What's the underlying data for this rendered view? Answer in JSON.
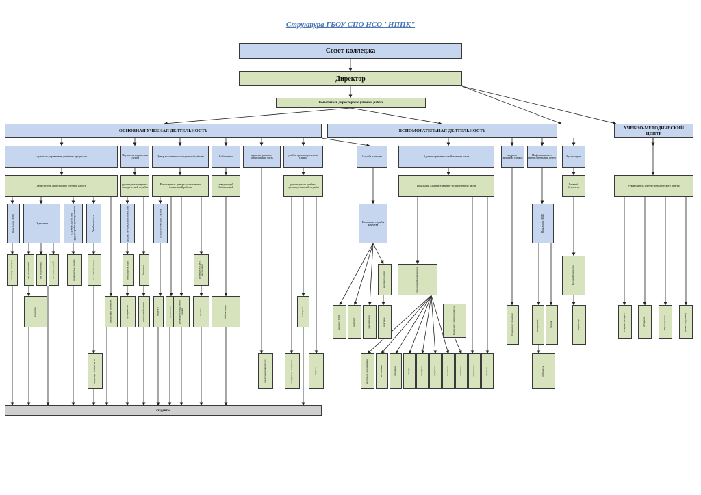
{
  "title": "Структура ГБОУ СПО НСО \"НППК\"",
  "top": {
    "council": "Совет колледжа",
    "director": "Директор",
    "deputy": "Заместитель директора по учебной работе"
  },
  "sections": {
    "main": "ОСНОВНАЯ УЧЕБНАЯ ДЕЯТЕЛЬНОСТЬ",
    "aux": "ВСПОМОГАТЕЛЬНАЯ ДЕЯТЕЛЬНОСТЬ",
    "umc": "УЧЕБНО-МЕТОДИЧЕСКИЙ ЦЕНТР"
  },
  "services": {
    "s1": "служба по управлению учебным процессом",
    "s2": "Научно-методическая служба",
    "s3": "Центр воспитания и социальной работы",
    "s4": "Библиотека",
    "s5": "административно-канцелярская часть",
    "s6": "учебно-производственная служба",
    "s7": "Служба качества",
    "s8": "Административно-хозяйственная часть",
    "s9": "кадрово-архивная служба",
    "s10": "Информационно-вычислительный центр",
    "s11": "Бухгалтерия"
  },
  "heads": {
    "h1": "Заместитель директора по учебной работе",
    "h2": "руководитель научно-методической службы",
    "h3": "Руководитель центра воспитания и социальной работы",
    "h4": "заведующий библиотекой",
    "h6": "руководитель учебно-производственной службы",
    "h8": "Начальник административно-хозяйственной части",
    "h11": "Главный бухгалтер",
    "h12": "Руководитель учебно-методического центра"
  },
  "level3": {
    "a1": "Начальник НВЦ",
    "a2": "Отделения",
    "a3": "служба содействия трудоустройству выпускников",
    "a4": "Учебная часть",
    "a5": "предметно-цикловые комиссии",
    "a6": "психологическая служба",
    "a7": "Начальник службы качества",
    "a8": "Начальник НВЦ"
  },
  "level4": {
    "c1": "секретарь методист",
    "c2": "зав. отделением 1",
    "c3": "зав. отделением 2",
    "c4": "зав. отделением 3",
    "c5": "руководитель службы",
    "c6": "зав. учебной частью",
    "c7": "председатели ПЦК",
    "c8": "Методист",
    "c9": "руководитель физ. воспитания",
    "c10": "ведущий аудитор",
    "c11": "Заведующий общежитием",
    "c12": "Ведущий бухгалтер"
  },
  "level5": {
    "d1": "кураторы",
    "d2": "заведующий кабинетом",
    "d3": "преподаватели",
    "d4": "социальный педагог",
    "d5": "педагоги",
    "d6": "воспитатели",
    "d7": "руководители кружков и секций",
    "d8": "тренеры",
    "d9": "библиотекари",
    "d10": "мастер п/о",
    "d11": "методист СМК",
    "d12": "референт",
    "d13": "документовед",
    "d14": "аудиторы",
    "d15": "Комендант учебного корпуса",
    "d16": "Специалист по кадрам",
    "d17": "Программист",
    "d18": "Техник",
    "d19": "Бухгалтер",
    "d20": "Старший методист",
    "d21": "Методисты",
    "d22": "Преподаватели",
    "d23": "(иные сотрудники)"
  },
  "level6": {
    "e1": "секретарь учебной части",
    "e2": "секретарь руководителя",
    "e3": "инструкторы-методисты",
    "e4": "сторожа",
    "e5": "вахтеры и гардеробщики",
    "e6": "кастелянша",
    "e7": "уборщики",
    "e8": "слесари",
    "e9": "электрики",
    "e10": "дворники",
    "e11": "механики",
    "e12": "плотники",
    "e13": "кладовщики",
    "e14": "водители",
    "e15": "Лаборанты"
  },
  "students": "студенты"
}
